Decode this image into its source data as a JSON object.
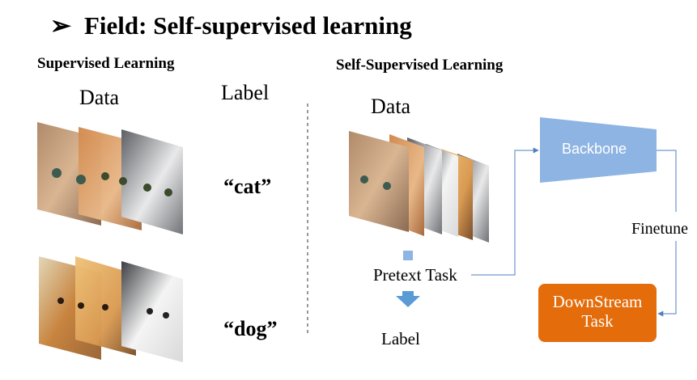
{
  "title": {
    "marker": "➢",
    "text": "Field: Self-supervised learning"
  },
  "supervised": {
    "heading": "Supervised Learning",
    "data_label": "Data",
    "label_label": "Label",
    "cat_label": "“cat”",
    "dog_label": "“dog”"
  },
  "self_supervised": {
    "heading": "Self-Supervised Learning",
    "data_label": "Data",
    "pretext_label": "Pretext Task",
    "label_label": "Label",
    "backbone_label": "Backbone",
    "finetune_label": "Finetune",
    "downstream_line1": "DownStream",
    "downstream_line2": "Task"
  },
  "colors": {
    "backbone": "#8eb4e3",
    "downstream": "#e46c0a",
    "arrow": "#5b87c5",
    "connector": "#4f7fbf"
  }
}
